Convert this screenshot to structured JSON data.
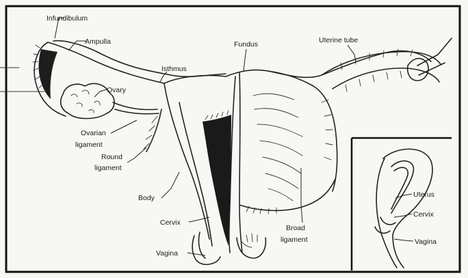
{
  "diagram": {
    "labels": {
      "infundibulum": "Infundibulum",
      "ampulla": "Ampulla",
      "ovary": "Ovary",
      "isthmus": "Isthmus",
      "fundus": "Fundus",
      "uterine_tube": "Uterine tube",
      "ovarian_ligament_1": "Ovarian",
      "ovarian_ligament_2": "ligament",
      "round_ligament_1": "Round",
      "round_ligament_2": "ligament",
      "body": "Body",
      "cervix": "Cervix",
      "vagina": "Vagina",
      "broad_ligament_1": "Broad",
      "broad_ligament_2": "ligament"
    },
    "inset": {
      "uterus": "Uterus",
      "cervix": "Cervix",
      "vagina": "Vagina"
    }
  }
}
